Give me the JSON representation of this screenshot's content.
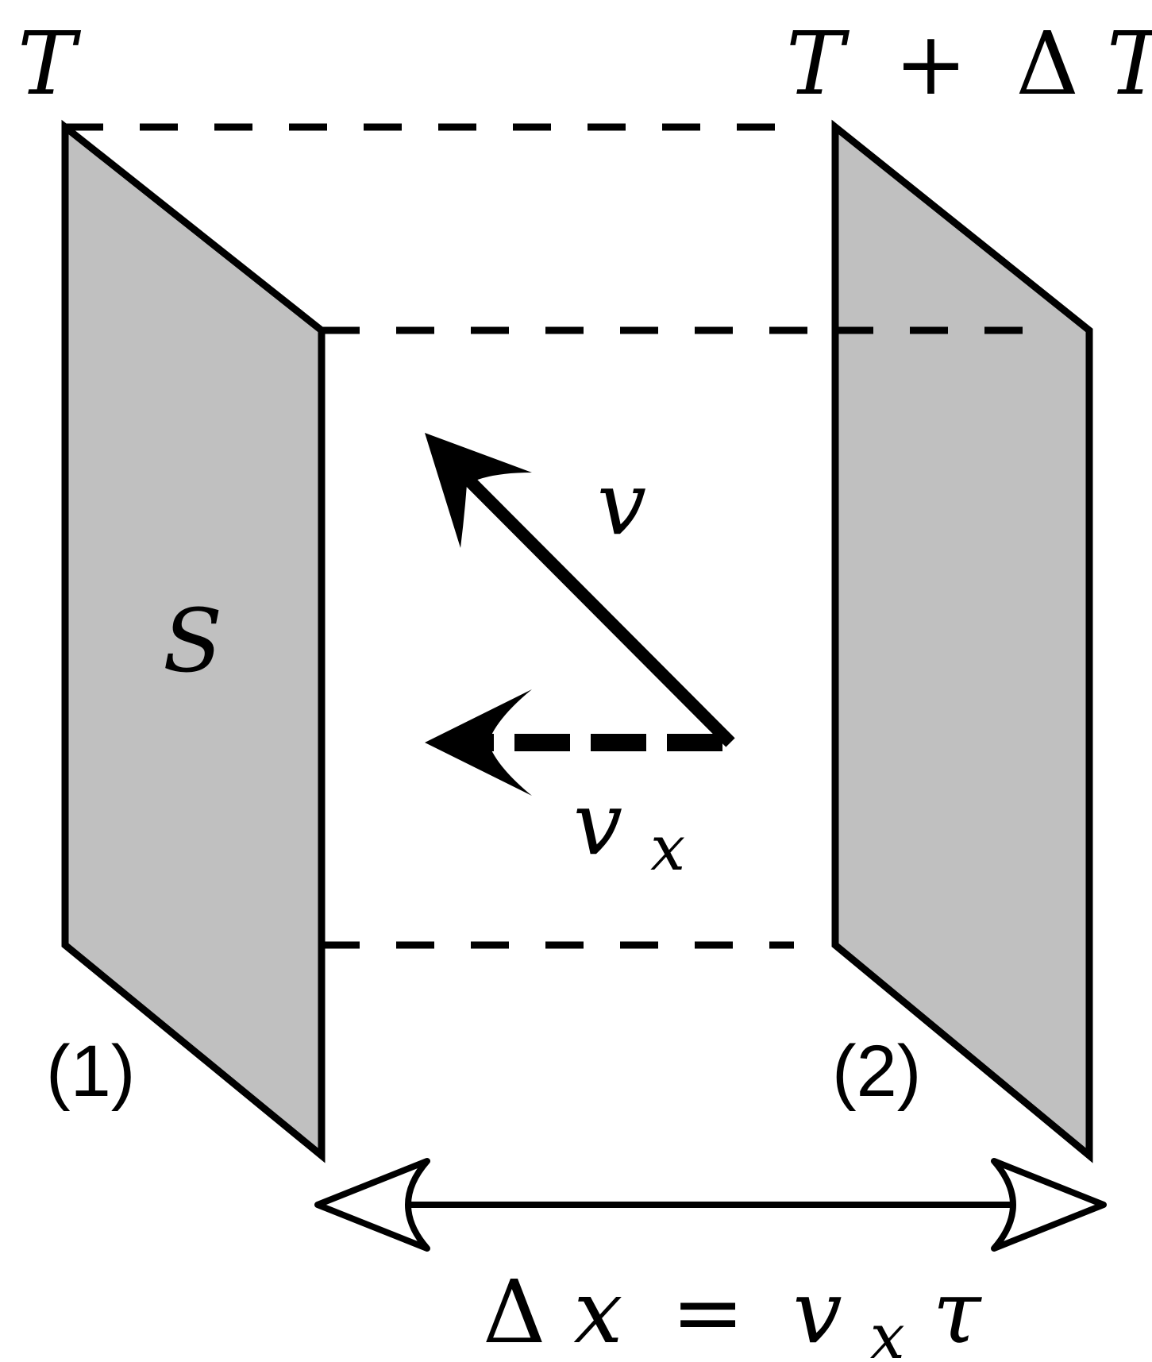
{
  "labels": {
    "temp_left": "T",
    "temp_right_var": "T",
    "temp_right_plus": "+",
    "temp_right_delta": "Δ",
    "temp_right_var2": "T",
    "surface": "S",
    "velocity": "v",
    "velocity_x_main": "v",
    "velocity_x_sub": "x",
    "plate_one": "(1)",
    "plate_two": "(2)",
    "distance_delta": "Δ",
    "distance_x": "x",
    "distance_eq": "=",
    "distance_v": "v",
    "distance_v_sub": "x",
    "distance_tau": "τ"
  },
  "colors": {
    "plate_fill": "#c0c0c0",
    "stroke": "#000000",
    "background": "#ffffff"
  }
}
